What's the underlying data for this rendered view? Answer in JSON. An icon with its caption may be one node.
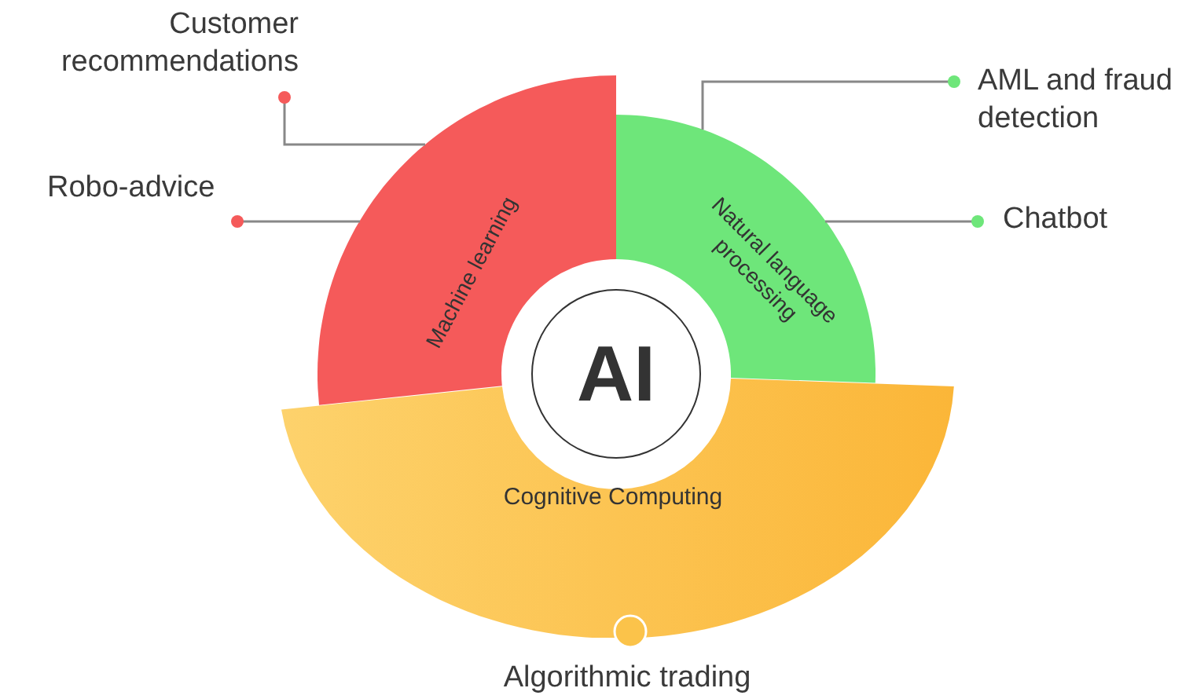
{
  "diagram": {
    "nodes": [
      {
        "text": [
          "AI"
        ]
      },
      {
        "text": [
          "Machine learning"
        ]
      },
      {
        "text": [
          "Natural language processing"
        ]
      },
      {
        "text": [
          "Cognitive Computing"
        ]
      },
      {
        "text": [
          "Customer recommendations"
        ]
      },
      {
        "text": [
          "Robo-advice"
        ]
      },
      {
        "text": [
          "AML and fraud detection"
        ]
      },
      {
        "text": [
          "Chatbot"
        ]
      },
      {
        "text": [
          "Algorithmic trading"
        ]
      }
    ],
    "edges": [
      {
        "from": 4,
        "to": 1,
        "arrow": "other"
      },
      {
        "from": 5,
        "to": 1,
        "arrow": "other"
      },
      {
        "from": 6,
        "to": 2,
        "arrow": "other"
      },
      {
        "from": 7,
        "to": 2,
        "arrow": "other"
      }
    ]
  }
}
